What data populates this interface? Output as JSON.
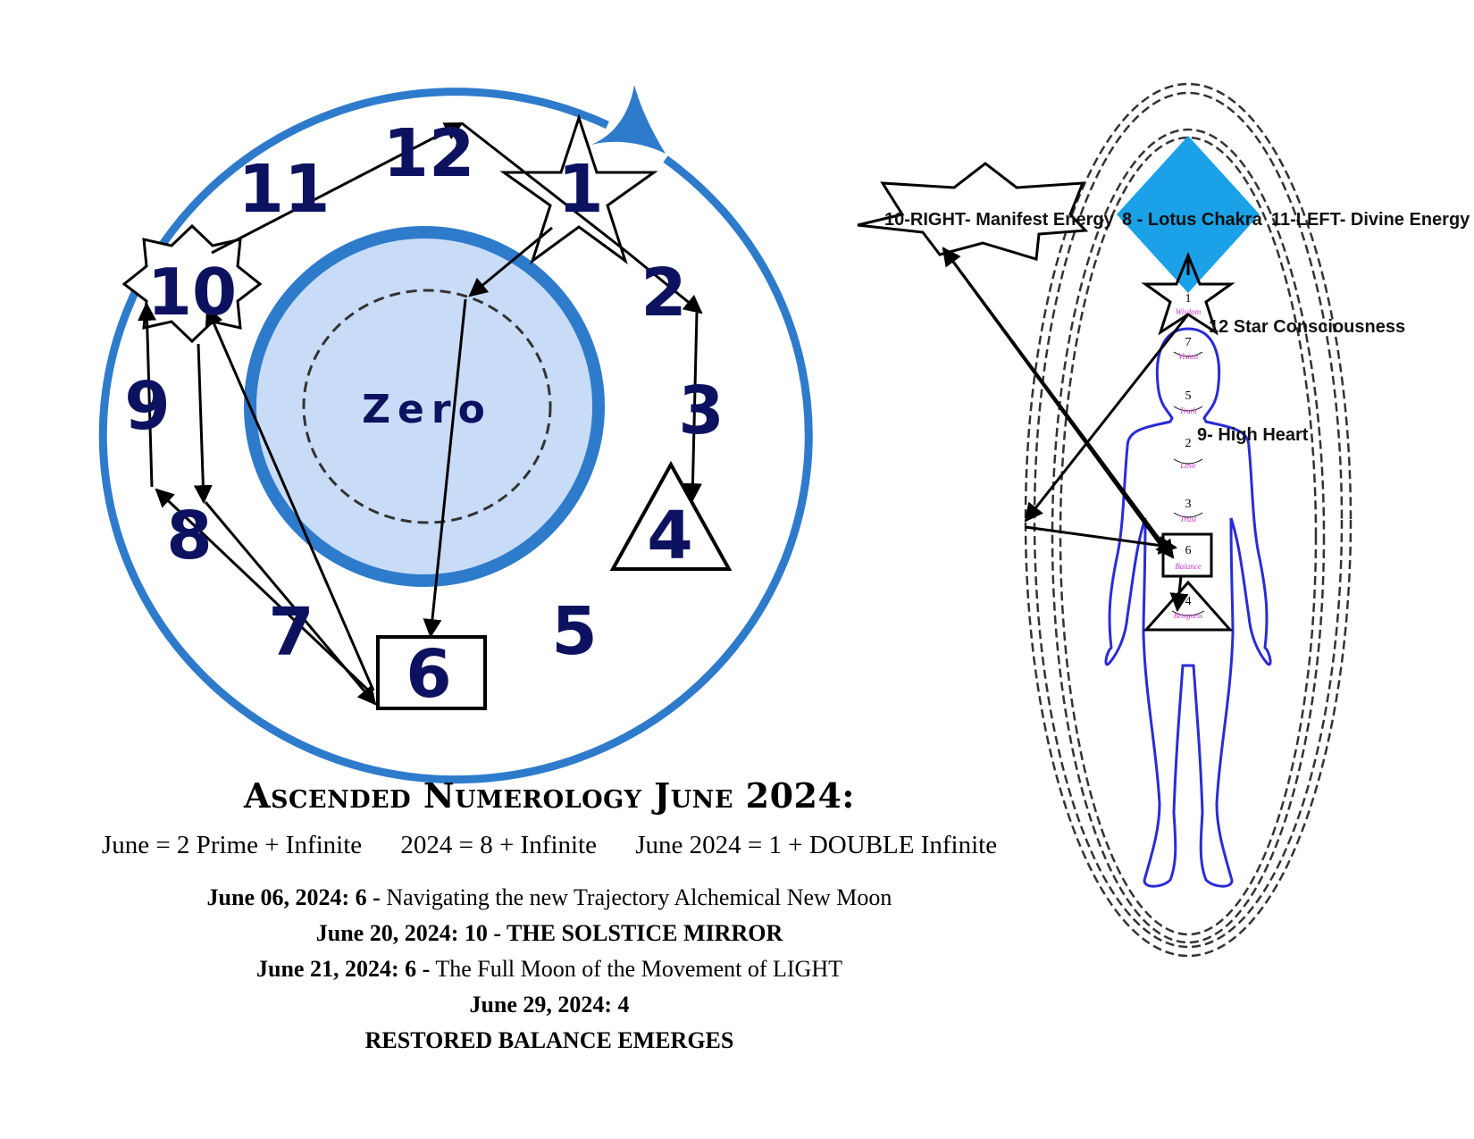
{
  "colors": {
    "ring_blue": "#2e7bcc",
    "inner_fill": "#c8dcf8",
    "number_navy": "#0d1260",
    "diamond_blue": "#1aa1e8",
    "body_outline": "#2b2bd6",
    "chakra_label_pink": "#cc33cc"
  },
  "wheel": {
    "center_label": "Zero",
    "numbers": {
      "n1": "1",
      "n2": "2",
      "n3": "3",
      "n4": "4",
      "n5": "5",
      "n6": "6",
      "n7": "7",
      "n8": "8",
      "n9": "9",
      "n10": "10",
      "n11": "11",
      "n12": "12"
    }
  },
  "body_figure": {
    "labels": {
      "right_manifest": "10-RIGHT- Manifest Energy",
      "lotus": "8 - Lotus Chakra",
      "left_divine": "11-LEFT- Divine Energy",
      "star_consciousness": "12  Star Consciousness",
      "high_heart": "9- High Heart"
    },
    "chakras": [
      {
        "number": "1",
        "word": "Wisdom"
      },
      {
        "number": "7",
        "word": "Vision"
      },
      {
        "number": "5",
        "word": "Truth"
      },
      {
        "number": "2",
        "word": "Love"
      },
      {
        "number": "3",
        "word": "Trust"
      },
      {
        "number": "6",
        "word": "Balance"
      },
      {
        "number": "4",
        "word": "Beingness"
      }
    ]
  },
  "caption": {
    "title": "Ascended Numerology June 2024:",
    "eq1": "June = 2 Prime + Infinite",
    "eq2": "2024 = 8 + Infinite",
    "eq3": "June 2024 = 1 + DOUBLE Infinite",
    "line1_bold": "June 06, 2024: 6 -",
    "line1_text": " Navigating the new Trajectory Alchemical New Moon",
    "line2_bold": "June 20, 2024:  10 -  THE SOLSTICE MIRROR",
    "line3_bold": "June 21, 2024:  6  -",
    "line3_text": " The Full Moon of the Movement of LIGHT",
    "line4_bold": "June 29, 2024:  4",
    "line5_bold": "RESTORED BALANCE EMERGES"
  }
}
